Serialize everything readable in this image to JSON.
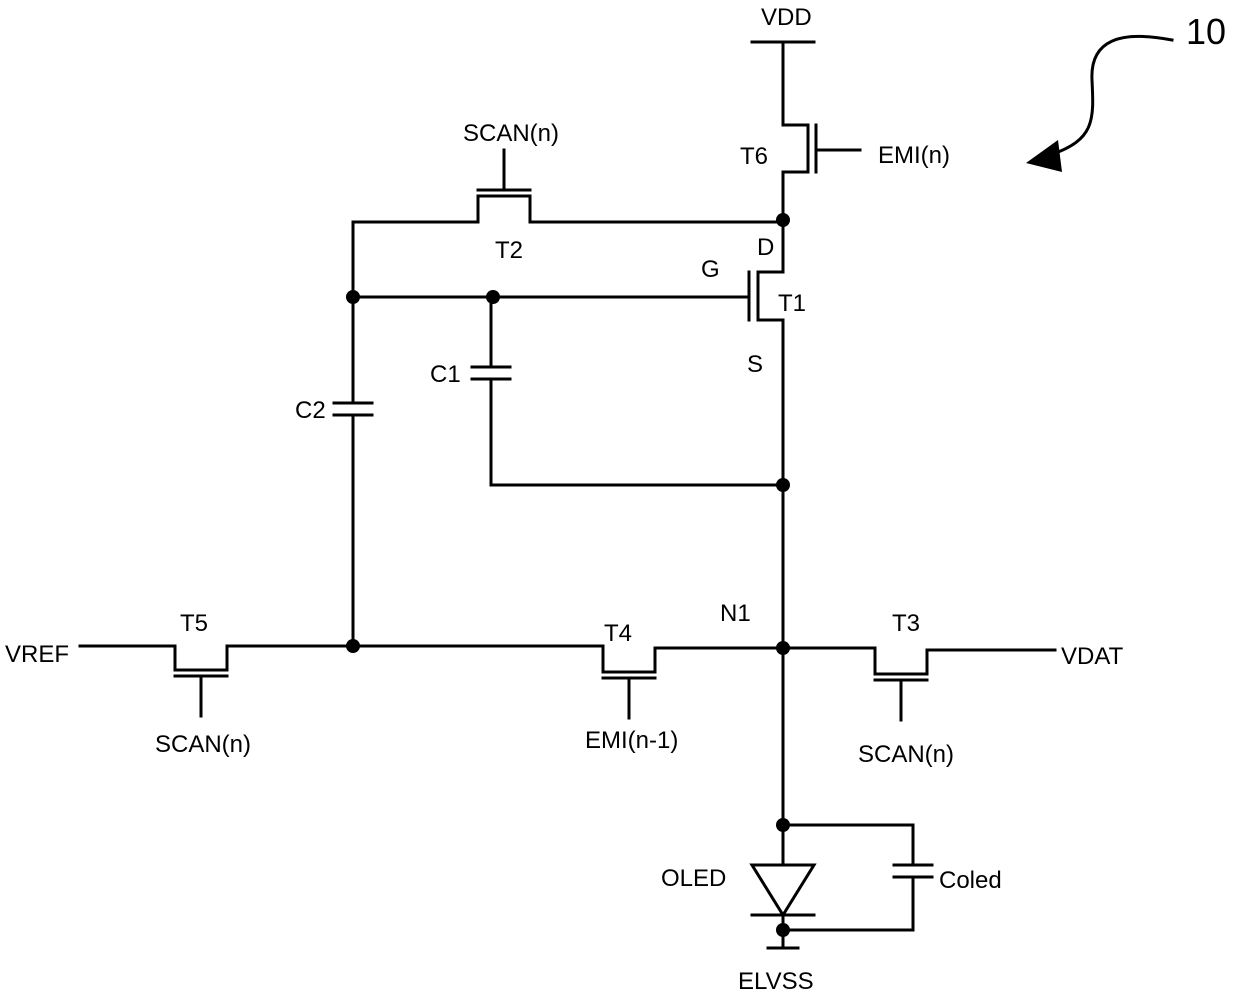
{
  "figure_ref": "10",
  "supply": {
    "vdd": "VDD",
    "elvss": "ELVSS"
  },
  "transistors": {
    "t1": {
      "name": "T1",
      "gate": "G",
      "drain": "D",
      "source": "S"
    },
    "t2": {
      "name": "T2",
      "gate_signal": "SCAN(n)"
    },
    "t3": {
      "name": "T3",
      "gate_signal": "SCAN(n)"
    },
    "t4": {
      "name": "T4",
      "gate_signal": "EMI(n-1)"
    },
    "t5": {
      "name": "T5",
      "gate_signal": "SCAN(n)"
    },
    "t6": {
      "name": "T6",
      "gate_signal": "EMI(n)"
    }
  },
  "capacitors": {
    "c1": "C1",
    "c2": "C2",
    "coled": "Coled"
  },
  "nodes": {
    "n1": "N1"
  },
  "inputs": {
    "vref": "VREF",
    "vdat": "VDAT"
  },
  "devices": {
    "oled": "OLED"
  }
}
